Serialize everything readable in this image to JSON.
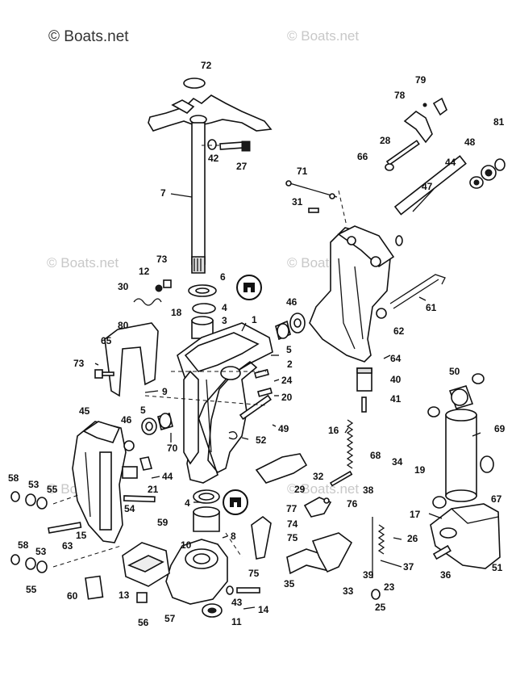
{
  "watermark": {
    "main": "© Boats.net",
    "faint": "© Boats.net"
  },
  "labels": {
    "p72": "72",
    "p79": "79",
    "p78": "78",
    "p81": "81",
    "p28": "28",
    "p48": "48",
    "p66": "66",
    "p44a": "44",
    "p42": "42",
    "p27": "27",
    "p71": "71",
    "p47": "47",
    "p7": "7",
    "p31": "31",
    "p73a": "73",
    "p12": "12",
    "p6": "6",
    "p30": "30",
    "p4a": "4",
    "p18": "18",
    "p3": "3",
    "p61": "61",
    "p46a": "46",
    "p80": "80",
    "p65": "65",
    "p1": "1",
    "p62": "62",
    "p5a": "5",
    "p2": "2",
    "p73b": "73",
    "p64": "64",
    "p9": "9",
    "p24": "24",
    "p40": "40",
    "p50": "50",
    "p20": "20",
    "p41": "41",
    "p45": "45",
    "p5b": "5",
    "p46b": "46",
    "p49": "49",
    "p16": "16",
    "p69": "69",
    "p52": "52",
    "p70": "70",
    "p68": "68",
    "p34": "34",
    "p58a": "58",
    "p53a": "53",
    "p44b": "44",
    "p32": "32",
    "p19": "19",
    "p55a": "55",
    "p21": "21",
    "p29": "29",
    "p38": "38",
    "p67": "67",
    "p54": "54",
    "p4b": "4",
    "p77": "77",
    "p76": "76",
    "p59": "59",
    "p17": "17",
    "p15": "15",
    "p74": "74",
    "p8": "8",
    "p26": "26",
    "p63": "63",
    "p75a": "75",
    "p58b": "58",
    "p10": "10",
    "p53b": "53",
    "p51": "51",
    "p37": "37",
    "p36": "36",
    "p75b": "75",
    "p55b": "55",
    "p35": "35",
    "p39": "39",
    "p33": "33",
    "p23": "23",
    "p60": "60",
    "p13": "13",
    "p43": "43",
    "p25": "25",
    "p14": "14",
    "p56": "56",
    "p57": "57",
    "p11": "11"
  }
}
